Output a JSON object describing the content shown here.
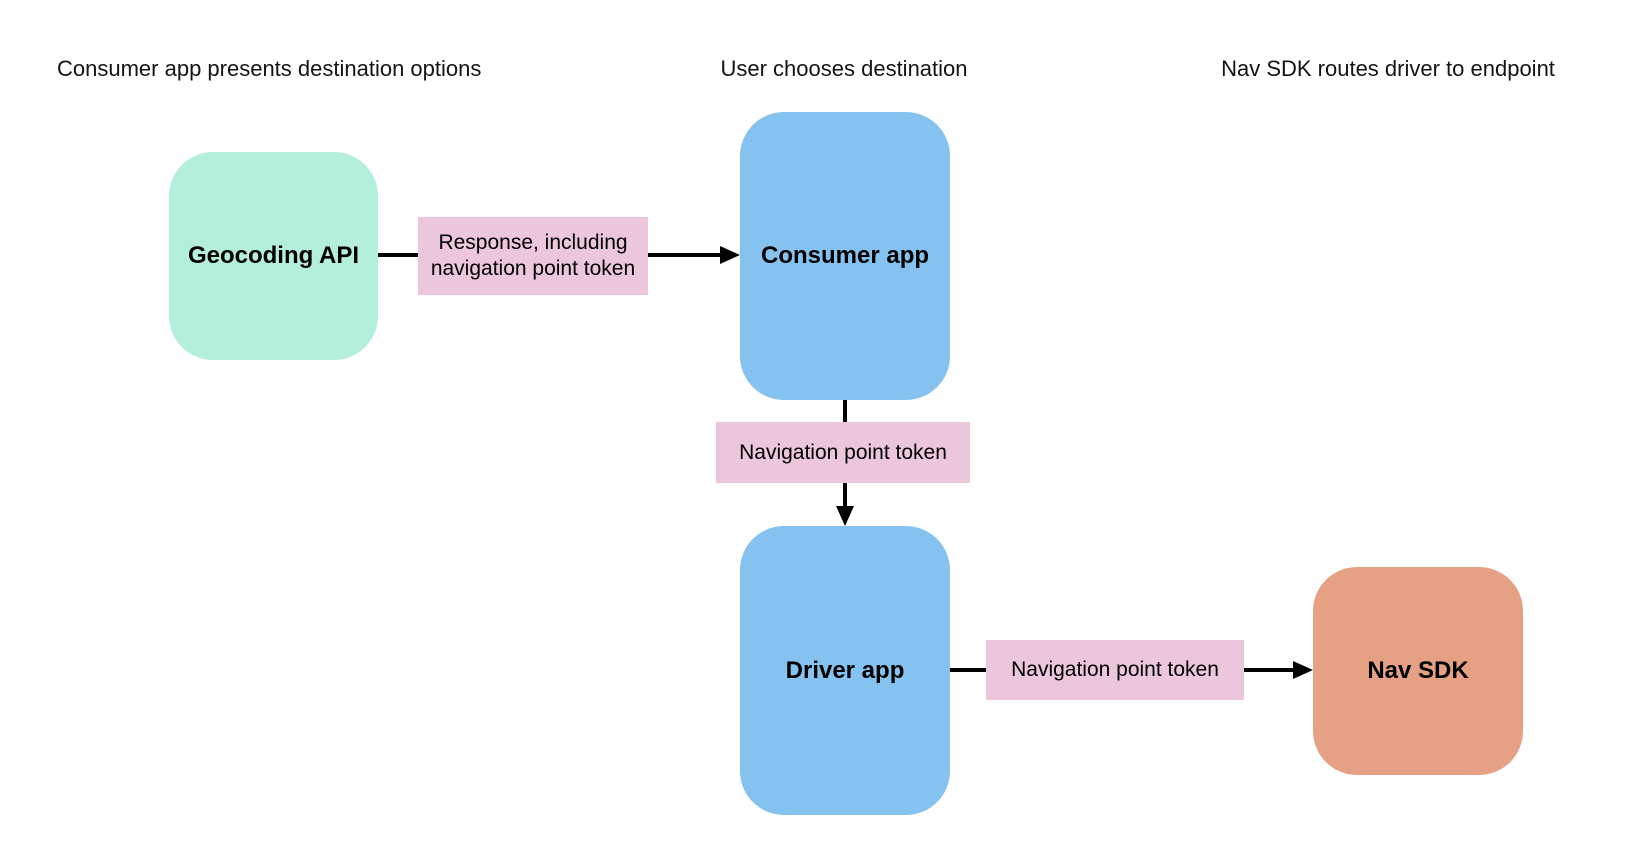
{
  "diagram": {
    "stage_headers": [
      {
        "label": "Consumer app presents destination options"
      },
      {
        "label": "User chooses destination"
      },
      {
        "label": "Nav SDK routes driver to endpoint"
      }
    ],
    "nodes": [
      {
        "id": "geocoding-api",
        "label": "Geocoding API",
        "color": "#b3efda"
      },
      {
        "id": "consumer-app",
        "label": "Consumer app",
        "color": "#85c2f0"
      },
      {
        "id": "driver-app",
        "label": "Driver app",
        "color": "#85c2f0"
      },
      {
        "id": "nav-sdk",
        "label": "Nav SDK",
        "color": "#e6a184"
      }
    ],
    "edges": [
      {
        "from": "geocoding-api",
        "to": "consumer-app",
        "label": "Response, including navigation point token"
      },
      {
        "from": "consumer-app",
        "to": "driver-app",
        "label": "Navigation point token"
      },
      {
        "from": "driver-app",
        "to": "nav-sdk",
        "label": "Navigation point token"
      }
    ],
    "colors": {
      "background": "#ffffff",
      "edge_label_bg": "#ecc7db",
      "arrow": "#000000",
      "node_green": "#b3efda",
      "node_blue": "#85c2f0",
      "node_orange": "#e6a184"
    }
  }
}
